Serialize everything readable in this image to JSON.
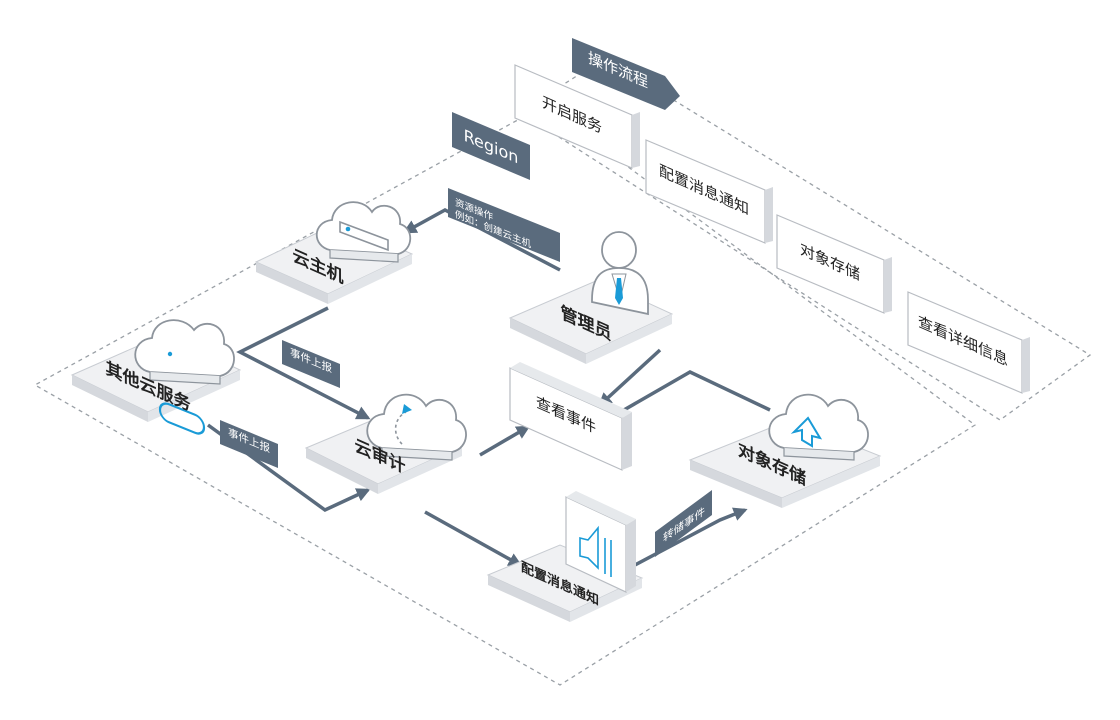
{
  "labels": {
    "region": "Region",
    "operation_flow": "操作流程",
    "steps": [
      "开启服务",
      "配置消息通知",
      "对象存储",
      "查看详细信息"
    ],
    "cloud_host": "云主机",
    "admin": "管理员",
    "other_services": "其他云服务",
    "cloud_audit": "云审计",
    "view_events": "查看事件",
    "object_storage": "对象存储",
    "notification": "配置消息通知",
    "event_report_1": "事件上报",
    "event_report_2": "事件上报",
    "resource_op_line1": "资源操作",
    "resource_op_line2": "例如：创建云主机",
    "dump_events": "转储事件"
  },
  "colors": {
    "accent": "#1a9bd7",
    "arrow": "#5a6b7d",
    "tag": "#5a6b7d",
    "platform": "#f0f1f3",
    "platform_side": "#d5d8dd",
    "dashed": "#9aa0a6",
    "text": "#222222"
  }
}
